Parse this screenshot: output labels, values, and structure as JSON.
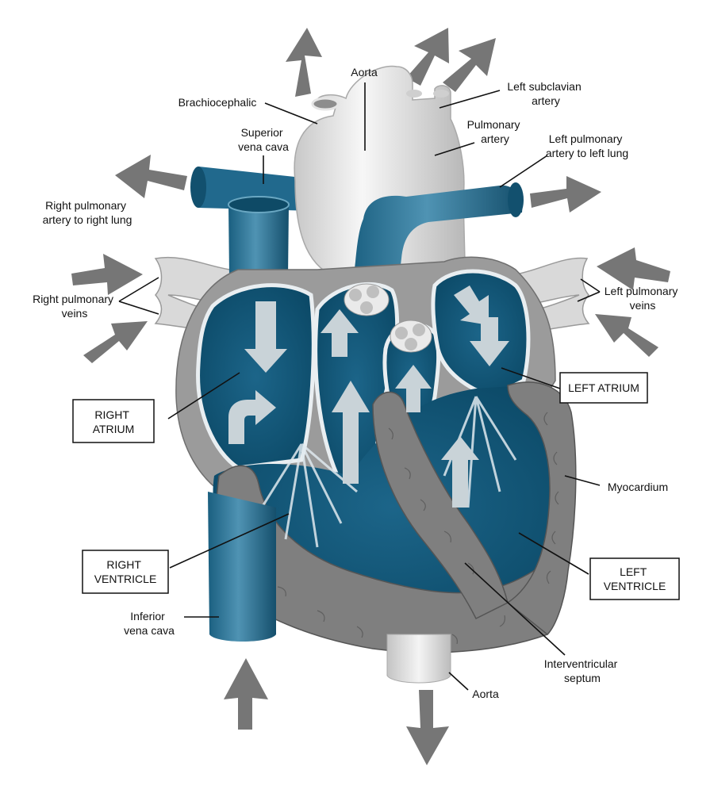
{
  "colors": {
    "blood_blue": "#0f5576",
    "vessel_blue": "#21698d",
    "vessel_grey": "#d9d9d9",
    "muscle_grey": "#7f7f7f",
    "flow_arrow": "#767676",
    "inner_arrow": "#c9d3d8"
  },
  "labels": {
    "aorta_top": "Aorta",
    "brachiocephalic": "Brachiocephalic",
    "left_subclavian": [
      "Left subclavian",
      "artery"
    ],
    "superior_vena_cava": [
      "Superior",
      "vena cava"
    ],
    "pulmonary_artery": [
      "Pulmonary",
      "artery"
    ],
    "left_pulmonary_artery": [
      "Left pulmonary",
      "artery to left lung"
    ],
    "right_pulmonary_artery": [
      "Right pulmonary",
      "artery to right lung"
    ],
    "right_pulmonary_veins": [
      "Right pulmonary",
      "veins"
    ],
    "left_pulmonary_veins": [
      "Left pulmonary",
      "veins"
    ],
    "myocardium": "Myocardium",
    "inferior_vena_cava": [
      "Inferior",
      "vena cava"
    ],
    "interventricular_septum": [
      "Interventricular",
      "septum"
    ],
    "aorta_bottom": "Aorta"
  },
  "boxed_labels": {
    "right_atrium": [
      "RIGHT",
      "ATRIUM"
    ],
    "left_atrium": "LEFT ATRIUM",
    "right_ventricle": [
      "RIGHT",
      "VENTRICLE"
    ],
    "left_ventricle": [
      "LEFT",
      "VENTRICLE"
    ]
  }
}
